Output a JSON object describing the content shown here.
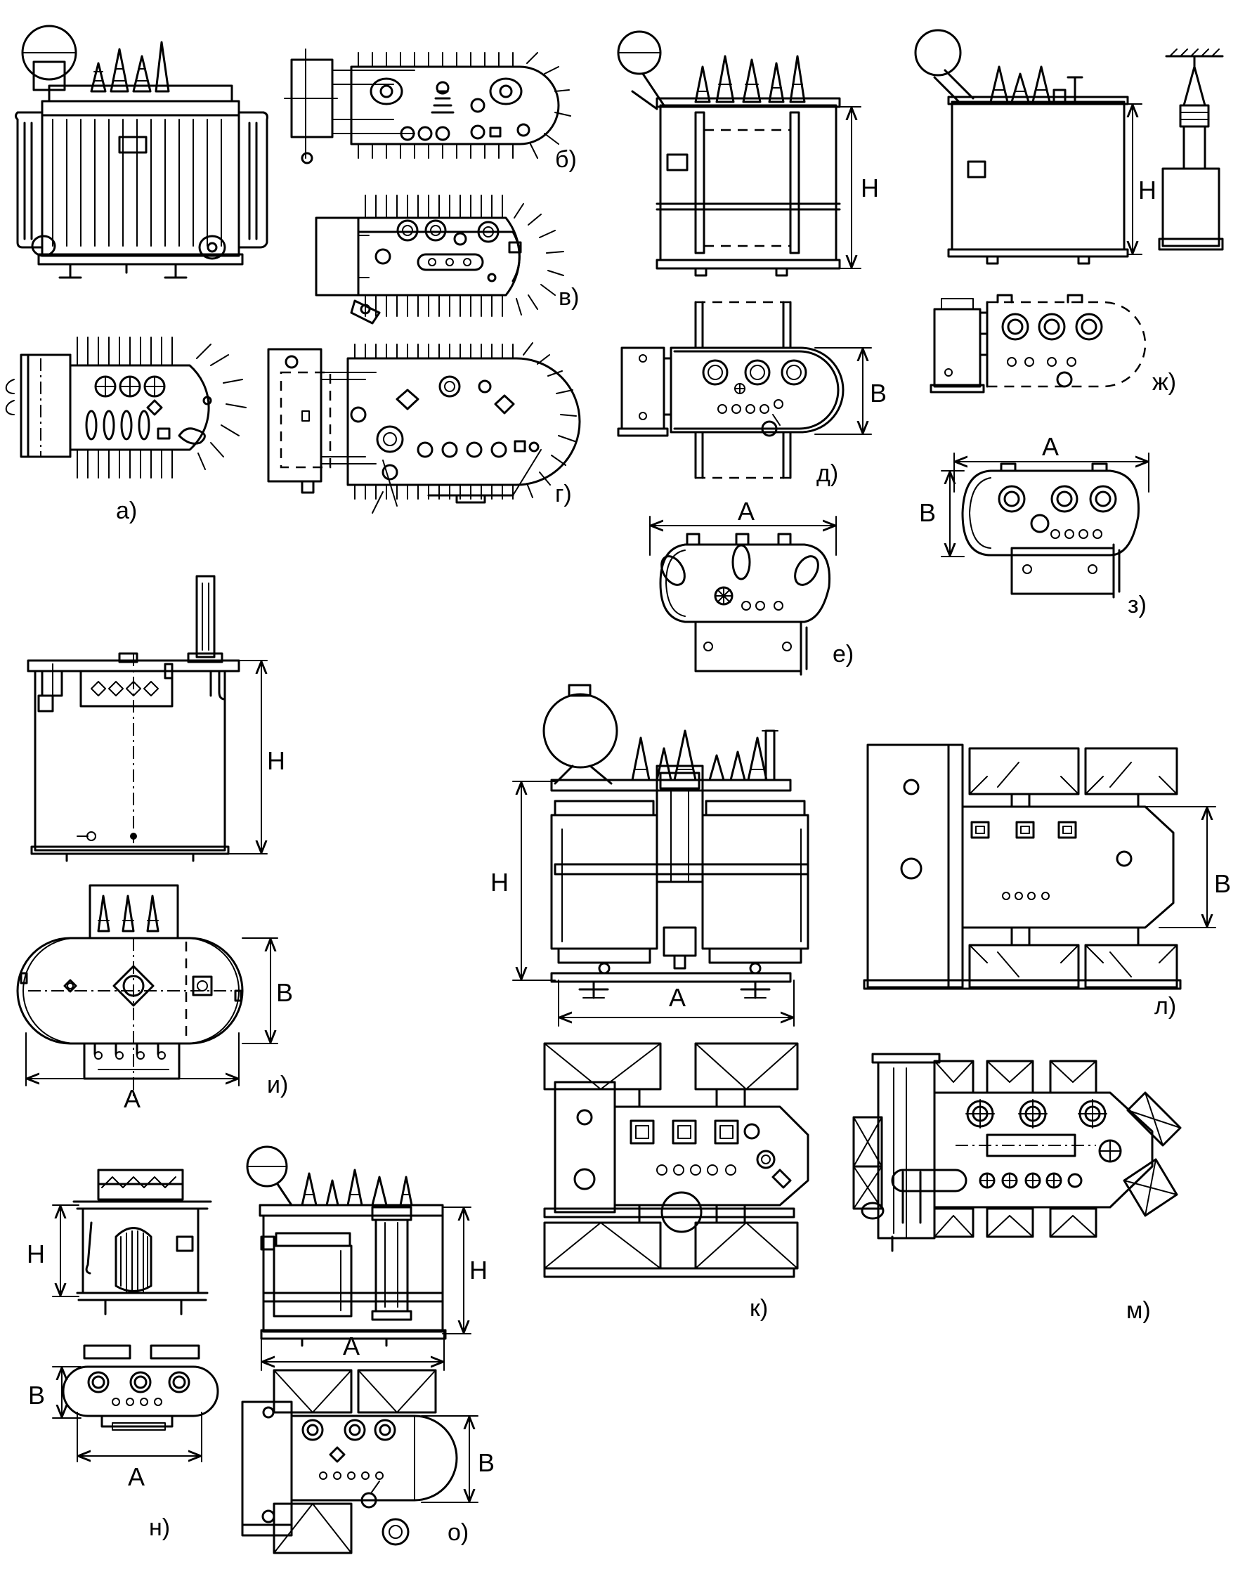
{
  "captions": {
    "a": "а)",
    "b": "б)",
    "v": "в)",
    "g": "г)",
    "d": "д)",
    "e": "е)",
    "zh": "ж)",
    "z": "з)",
    "i": "и)",
    "k": "к)",
    "l": "л)",
    "m": "м)",
    "n": "н)",
    "o": "о)"
  },
  "dims": {
    "height": "H",
    "length": "A",
    "width": "B"
  }
}
